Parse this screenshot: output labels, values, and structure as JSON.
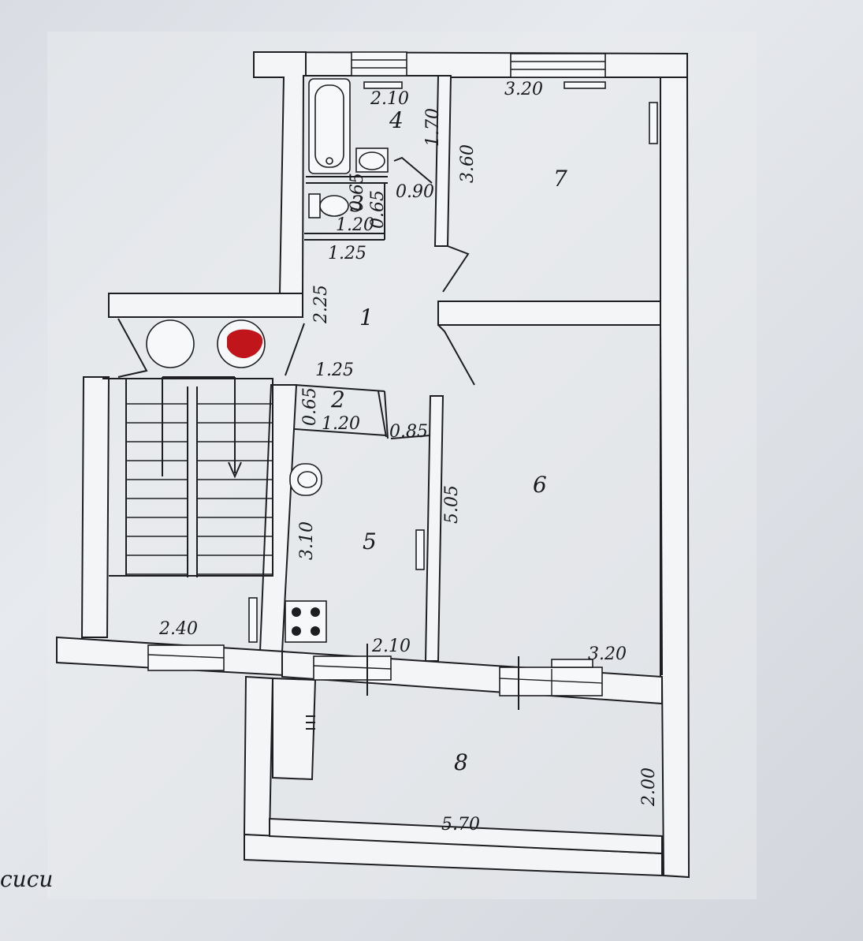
{
  "plan": {
    "room_numbers": [
      "1",
      "2",
      "3",
      "4",
      "5",
      "6",
      "7",
      "8"
    ],
    "dimensions": {
      "r4_width": "2.10",
      "r4_depth": "1.70",
      "r4_door": "0.90",
      "r3_depth": "0.65",
      "r3_width": "1.20",
      "hall_width_top": "1.25",
      "hall_length": "2.25",
      "r2_width_top": "1.25",
      "r2_depth": "0.65",
      "r2_width": "1.20",
      "r2_door": "0.85",
      "r7_width": "3.20",
      "r7_depth": "3.60",
      "r6_depth": "5.05",
      "r6_width": "3.20",
      "r5_depth": "3.10",
      "r5_width": "2.10",
      "stair_width": "2.40",
      "r8_width": "5.70",
      "r8_depth": "2.00"
    },
    "caption": "сиси",
    "marker_color": "#c0161b"
  }
}
